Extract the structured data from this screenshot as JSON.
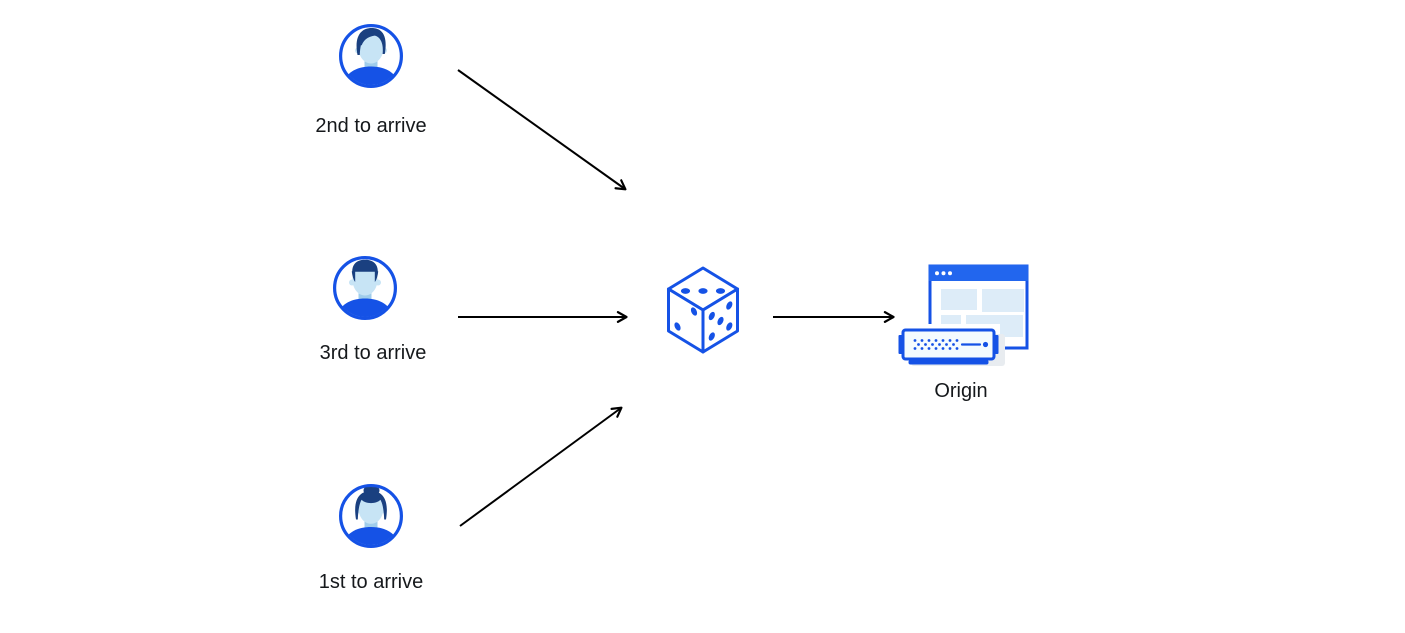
{
  "diagram": {
    "clients": [
      {
        "label": "2nd to arrive",
        "icon": "user-avatar-male-icon"
      },
      {
        "label": "3rd to arrive",
        "icon": "user-avatar-male-short-hair-icon"
      },
      {
        "label": "1st to arrive",
        "icon": "user-avatar-female-icon"
      }
    ],
    "balancer": {
      "icon": "dice-icon"
    },
    "origin": {
      "label": "Origin",
      "icon": "origin-server-icon"
    },
    "arrows": [
      "client-2nd-to-dice",
      "client-3rd-to-dice",
      "client-1st-to-dice",
      "dice-to-origin"
    ]
  },
  "colors": {
    "background": "#ffffff",
    "primary_blue": "#1552e6",
    "titlebar_blue": "#2266ee",
    "hair_navy": "#1a4080",
    "skin_light": "#c7e4f5",
    "skin_shade": "#a0cdeb",
    "panel_light_blue": "#ddecf8",
    "server_fill": "#f4fbfe",
    "shadow_gray": "#e8ecf0",
    "arrow_black": "#000000",
    "text_color": "#15181b"
  }
}
